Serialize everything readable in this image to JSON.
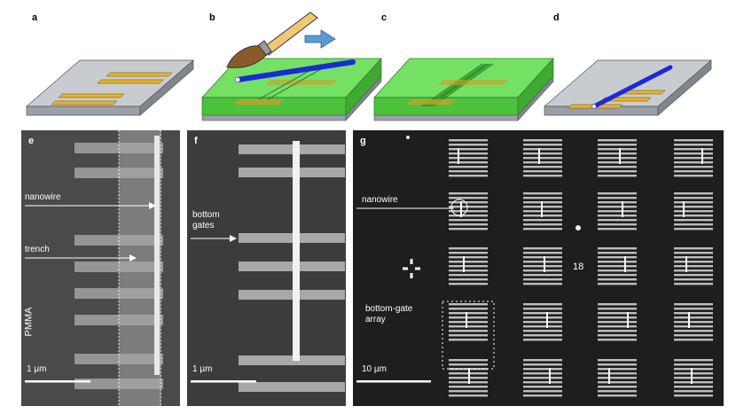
{
  "panels": {
    "a": "a",
    "b": "b",
    "c": "c",
    "d": "d",
    "e": "e",
    "f": "f",
    "g": "g"
  },
  "labels": {
    "e_nanowire": "nanowire",
    "e_trench": "trench",
    "e_pmma": "PMMA",
    "e_scale": "1 µm",
    "f_bottom": "bottom",
    "f_gates": "gates",
    "f_scale": "1 µm",
    "g_nanowire": "nanowire",
    "g_marker": "18",
    "g_bottom_gate": "bottom-gate",
    "g_array": "array",
    "g_scale": "10 µm"
  },
  "colors": {
    "substrate_top": "#c8ccd0",
    "substrate_side": "#9aa0a6",
    "gold": "#e8b428",
    "resist": "#5cdc4a",
    "nanowire": "#1a2ad8",
    "arrow": "#5b9bd5",
    "sem_bg": "#1e1e1e"
  },
  "icons": {
    "brush": "paintbrush-icon",
    "arrow": "right-arrow-icon",
    "cross": "alignment-cross-icon"
  }
}
